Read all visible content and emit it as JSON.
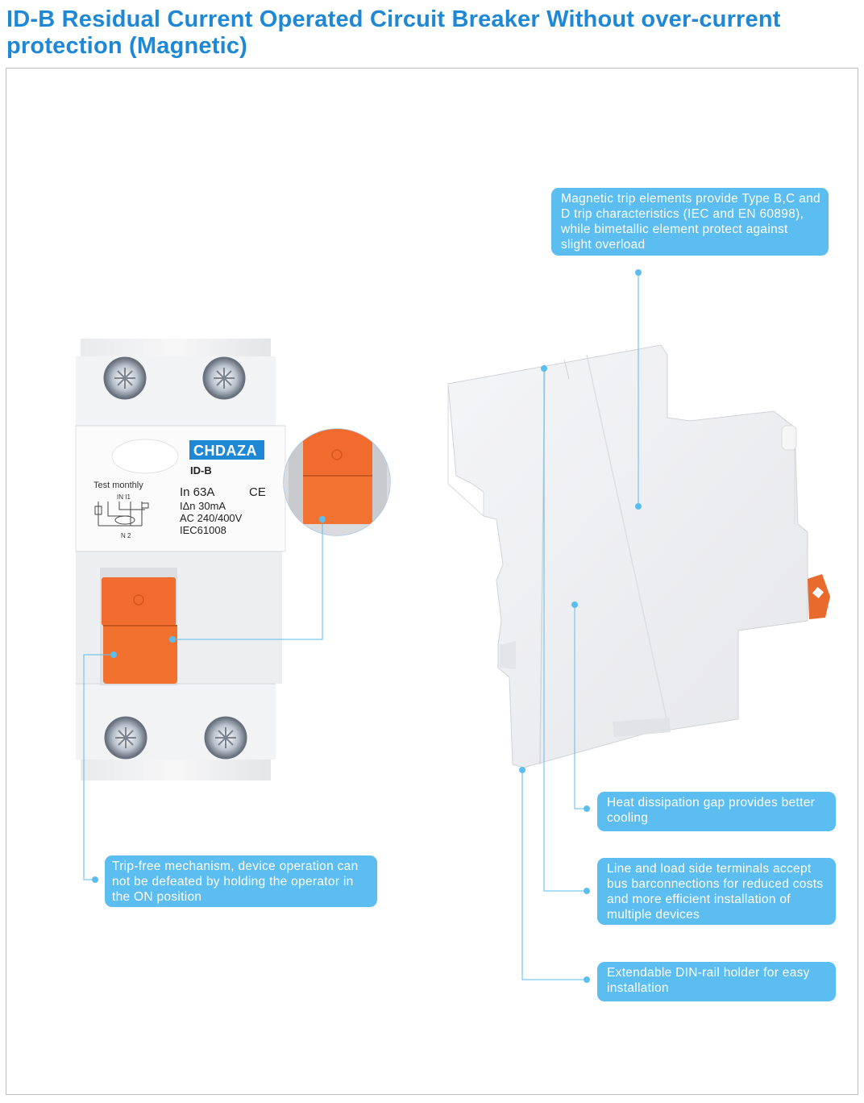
{
  "title": "ID-B Residual Current Operated Circuit Breaker Without over-current protection (Magnetic)",
  "device": {
    "brand": "CHDAZA",
    "model": "ID-B",
    "test_label": "Test monthly",
    "rating_in": "In  63A",
    "rating_idn": "IΔn 30mA",
    "voltage": "AC 240/400V",
    "standard": "IEC61008",
    "ce_mark": "CE",
    "diagram_top": "IN I1",
    "diagram_bottom": "N  2"
  },
  "callouts": {
    "magnetic": "Magnetic trip elements provide Type B,C and D trip characteristics (IEC and EN 60898), while bimetallic element protect against slight overload",
    "trip_free": "Trip-free mechanism, device operation can not be defeated by holding the operator in the ON position",
    "heat": "Heat dissipation gap provides better cooling",
    "terminals": "Line and load side terminals accept bus barconnections for reduced costs and more efficient installation of multiple devices",
    "din_rail": "Extendable DIN-rail holder for easy installation"
  },
  "colors": {
    "title": "#1e88d6",
    "callout": "#5bbdf0",
    "handle": "#f26b2e",
    "leader": "#5bbdf0"
  }
}
